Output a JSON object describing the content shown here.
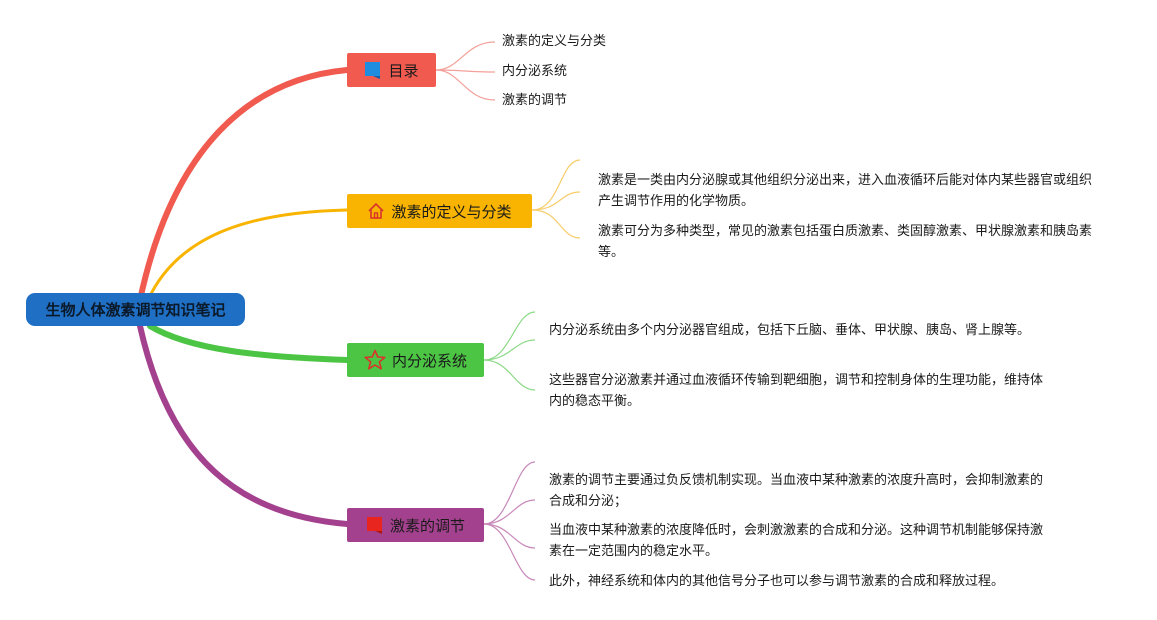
{
  "root": {
    "label": "生物人体激素调节知识笔记"
  },
  "branches": {
    "toc": {
      "label": "目录",
      "icon": "blue-flag-icon",
      "color": "#f05a4f",
      "items": [
        "激素的定义与分类",
        "内分泌系统",
        "激素的调节"
      ]
    },
    "definition": {
      "label": "激素的定义与分类",
      "icon": "house-icon",
      "color": "#f8b400",
      "items": [
        "激素是一类由内分泌腺或其他组织分泌出来，进入血液循环后能对体内某些器官或组织产生调节作用的化学物质。",
        "激素可分为多种类型，常见的激素包括蛋白质激素、类固醇激素、甲状腺激素和胰岛素等。"
      ]
    },
    "endocrine": {
      "label": "内分泌系统",
      "icon": "star-icon",
      "color": "#4cc444",
      "items": [
        "内分泌系统由多个内分泌器官组成，包括下丘脑、垂体、甲状腺、胰岛、肾上腺等。",
        "这些器官分泌激素并通过血液循环传输到靶细胞，调节和控制身体的生理功能，维持体内的稳态平衡。"
      ]
    },
    "regulation": {
      "label": "激素的调节",
      "icon": "red-flag-icon",
      "color": "#a4418e",
      "items": [
        "激素的调节主要通过负反馈机制实现。当血液中某种激素的浓度升高时，会抑制激素的合成和分泌；",
        "当血液中某种激素的浓度降低时，会刺激激素的合成和分泌。这种调节机制能够保持激素在一定范围内的稳定水平。",
        "此外，神经系统和体内的其他信号分子也可以参与调节激素的合成和释放过程。"
      ]
    }
  }
}
